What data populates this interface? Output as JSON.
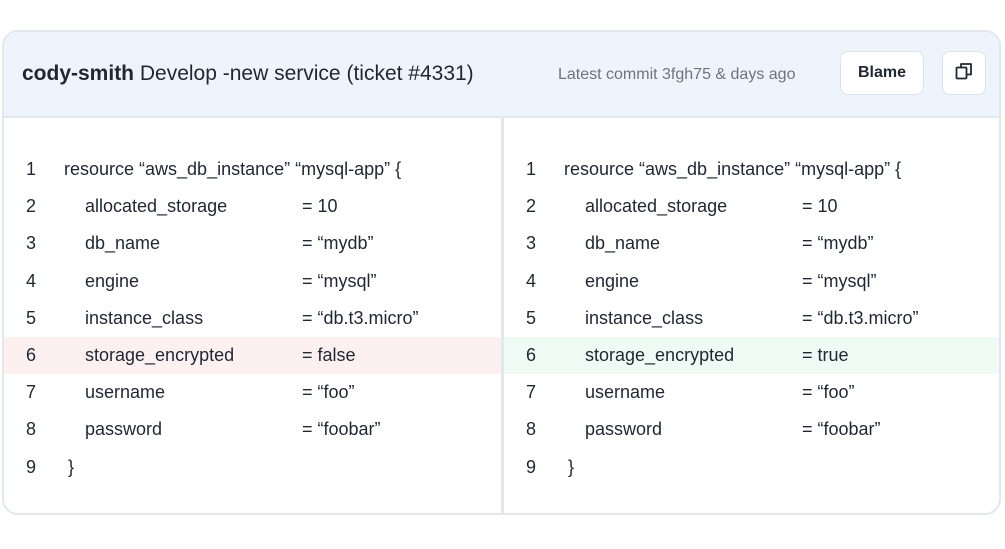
{
  "header": {
    "author": "cody-smith",
    "message": "Develop -new service (ticket #4331)",
    "commit_info": "Latest commit 3fgh75  & days ago",
    "blame_label": "Blame"
  },
  "icons": {
    "copy": "copy-icon"
  },
  "colors": {
    "header_bg": "#eef4fb",
    "removed_bg": "#fdf0f0",
    "added_bg": "#eefaf3",
    "border": "#e3e8ee"
  },
  "left": {
    "lines": [
      {
        "num": "1",
        "text": "resource “aws_db_instance” “mysql-app” {",
        "value": ""
      },
      {
        "num": "2",
        "text": "allocated_storage",
        "value": "= 10"
      },
      {
        "num": "3",
        "text": "db_name",
        "value": "= “mydb”"
      },
      {
        "num": "4",
        "text": "engine",
        "value": "= “mysql”"
      },
      {
        "num": "5",
        "text": "instance_class",
        "value": "= “db.t3.micro”"
      },
      {
        "num": "6",
        "text": "storage_encrypted",
        "value": "=  false"
      },
      {
        "num": "7",
        "text": "username",
        "value": "=  “foo”"
      },
      {
        "num": "8",
        "text": "password",
        "value": "=  “foobar”"
      },
      {
        "num": "9",
        "text": "}",
        "value": ""
      }
    ]
  },
  "right": {
    "lines": [
      {
        "num": "1",
        "text": "resource “aws_db_instance” “mysql-app” {",
        "value": ""
      },
      {
        "num": "2",
        "text": "allocated_storage",
        "value": "= 10"
      },
      {
        "num": "3",
        "text": "db_name",
        "value": "= “mydb”"
      },
      {
        "num": "4",
        "text": "engine",
        "value": "= “mysql”"
      },
      {
        "num": "5",
        "text": "instance_class",
        "value": "= “db.t3.micro”"
      },
      {
        "num": "6",
        "text": "storage_encrypted",
        "value": "=  true"
      },
      {
        "num": "7",
        "text": "username",
        "value": "=  “foo”"
      },
      {
        "num": "8",
        "text": "password",
        "value": "=  “foobar”"
      },
      {
        "num": "9",
        "text": "}",
        "value": ""
      }
    ]
  }
}
